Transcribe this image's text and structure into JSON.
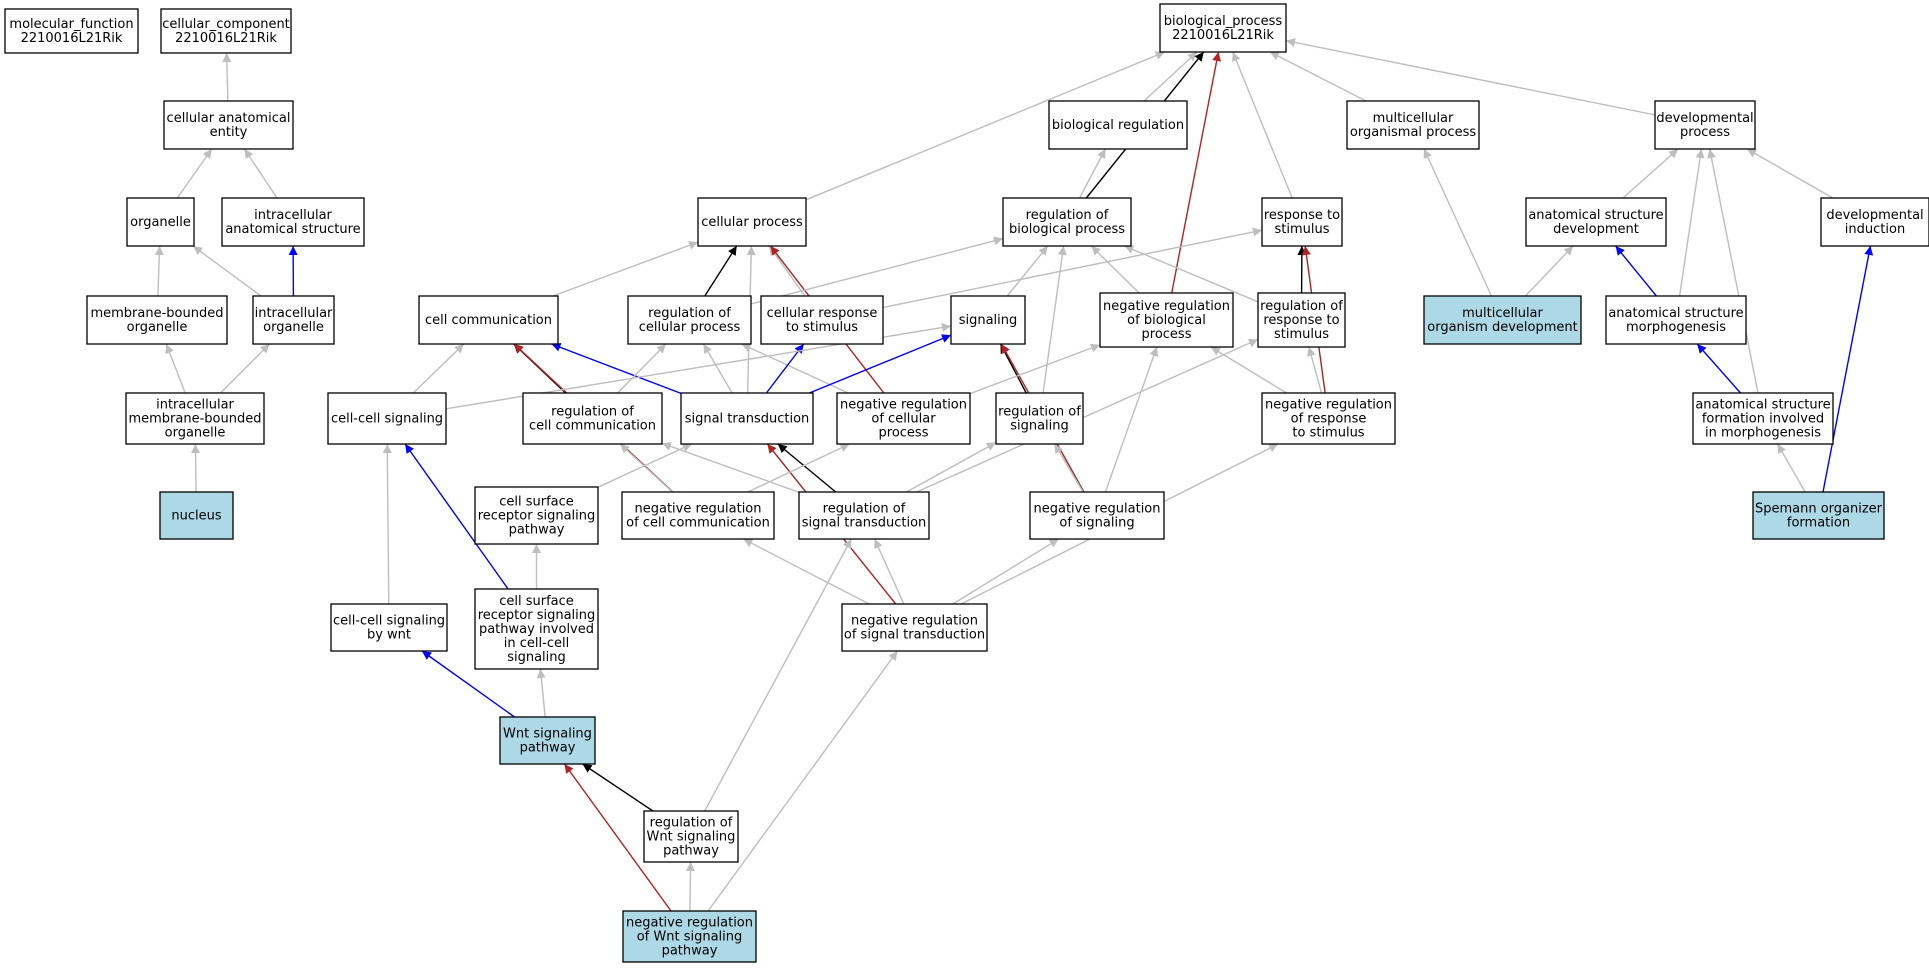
{
  "colors": {
    "is_a": "#bebebe",
    "part_of": "#0000ff",
    "regulates": "#000000",
    "negatively_regulates": "#b22222",
    "highlight_fill": "#add8e6",
    "default_fill": "#ffffff"
  },
  "nodes": [
    {
      "id": "mf",
      "lines": [
        "molecular_function",
        "2210016L21Rik"
      ],
      "highlight": false
    },
    {
      "id": "cc",
      "lines": [
        "cellular_component",
        "2210016L21Rik"
      ],
      "highlight": false
    },
    {
      "id": "bp",
      "lines": [
        "biological_process",
        "2210016L21Rik"
      ],
      "highlight": false
    },
    {
      "id": "cae",
      "lines": [
        "cellular anatomical",
        "entity"
      ],
      "highlight": false
    },
    {
      "id": "organelle",
      "lines": [
        "organelle"
      ],
      "highlight": false
    },
    {
      "id": "ias",
      "lines": [
        "intracellular",
        "anatomical structure"
      ],
      "highlight": false
    },
    {
      "id": "mbo",
      "lines": [
        "membrane-bounded",
        "organelle"
      ],
      "highlight": false
    },
    {
      "id": "io",
      "lines": [
        "intracellular",
        "organelle"
      ],
      "highlight": false
    },
    {
      "id": "imbo",
      "lines": [
        "intracellular",
        "membrane-bounded",
        "organelle"
      ],
      "highlight": false
    },
    {
      "id": "nucleus",
      "lines": [
        "nucleus"
      ],
      "highlight": true
    },
    {
      "id": "breg",
      "lines": [
        "biological regulation"
      ],
      "highlight": false
    },
    {
      "id": "mop",
      "lines": [
        "multicellular",
        "organismal process"
      ],
      "highlight": false
    },
    {
      "id": "devp",
      "lines": [
        "developmental",
        "process"
      ],
      "highlight": false
    },
    {
      "id": "cp",
      "lines": [
        "cellular process"
      ],
      "highlight": false
    },
    {
      "id": "rbp",
      "lines": [
        "regulation of",
        "biological process"
      ],
      "highlight": false
    },
    {
      "id": "rts",
      "lines": [
        "response to",
        "stimulus"
      ],
      "highlight": false
    },
    {
      "id": "asd",
      "lines": [
        "anatomical structure",
        "development"
      ],
      "highlight": false
    },
    {
      "id": "devind",
      "lines": [
        "developmental",
        "induction"
      ],
      "highlight": false
    },
    {
      "id": "ccom",
      "lines": [
        "cell communication"
      ],
      "highlight": false
    },
    {
      "id": "rcp",
      "lines": [
        "regulation of",
        "cellular process"
      ],
      "highlight": false
    },
    {
      "id": "crs",
      "lines": [
        "cellular response",
        "to stimulus"
      ],
      "highlight": false
    },
    {
      "id": "sig",
      "lines": [
        "signaling"
      ],
      "highlight": false
    },
    {
      "id": "nrbp",
      "lines": [
        "negative regulation",
        "of biological",
        "process"
      ],
      "highlight": false
    },
    {
      "id": "rrs",
      "lines": [
        "regulation of",
        "response to",
        "stimulus"
      ],
      "highlight": false
    },
    {
      "id": "mod",
      "lines": [
        "multicellular",
        "organism development"
      ],
      "highlight": true
    },
    {
      "id": "asm",
      "lines": [
        "anatomical structure",
        "morphogenesis"
      ],
      "highlight": false
    },
    {
      "id": "ccs",
      "lines": [
        "cell-cell signaling"
      ],
      "highlight": false
    },
    {
      "id": "rcc",
      "lines": [
        "regulation of",
        "cell communication"
      ],
      "highlight": false
    },
    {
      "id": "st",
      "lines": [
        "signal transduction"
      ],
      "highlight": false
    },
    {
      "id": "nrcp",
      "lines": [
        "negative regulation",
        "of cellular",
        "process"
      ],
      "highlight": false
    },
    {
      "id": "rsig",
      "lines": [
        "regulation of",
        "signaling"
      ],
      "highlight": false
    },
    {
      "id": "nrrs",
      "lines": [
        "negative regulation",
        "of response",
        "to stimulus"
      ],
      "highlight": false
    },
    {
      "id": "asfm",
      "lines": [
        "anatomical structure",
        "formation involved",
        "in morphogenesis"
      ],
      "highlight": false
    },
    {
      "id": "csrsp",
      "lines": [
        "cell surface",
        "receptor signaling",
        "pathway"
      ],
      "highlight": false
    },
    {
      "id": "nrcc",
      "lines": [
        "negative regulation",
        "of cell communication"
      ],
      "highlight": false
    },
    {
      "id": "rst",
      "lines": [
        "regulation of",
        "signal transduction"
      ],
      "highlight": false
    },
    {
      "id": "nrsig",
      "lines": [
        "negative regulation",
        "of signaling"
      ],
      "highlight": false
    },
    {
      "id": "som",
      "lines": [
        "Spemann organizer",
        "formation"
      ],
      "highlight": true
    },
    {
      "id": "ccsw",
      "lines": [
        "cell-cell signaling",
        "by wnt"
      ],
      "highlight": false
    },
    {
      "id": "csrspc",
      "lines": [
        "cell surface",
        "receptor signaling",
        "pathway involved",
        "in cell-cell",
        "signaling"
      ],
      "highlight": false
    },
    {
      "id": "nrst",
      "lines": [
        "negative regulation",
        "of signal transduction"
      ],
      "highlight": false
    },
    {
      "id": "wnt",
      "lines": [
        "Wnt signaling",
        "pathway"
      ],
      "highlight": true
    },
    {
      "id": "rwnt",
      "lines": [
        "regulation of",
        "Wnt signaling",
        "pathway"
      ],
      "highlight": false
    },
    {
      "id": "nrwnt",
      "lines": [
        "negative regulation",
        "of Wnt signaling",
        "pathway"
      ],
      "highlight": true
    }
  ],
  "edges": [
    {
      "from": "cae",
      "to": "cc",
      "type": "is_a"
    },
    {
      "from": "organelle",
      "to": "cae",
      "type": "is_a"
    },
    {
      "from": "ias",
      "to": "cae",
      "type": "is_a"
    },
    {
      "from": "mbo",
      "to": "organelle",
      "type": "is_a"
    },
    {
      "from": "io",
      "to": "organelle",
      "type": "is_a"
    },
    {
      "from": "io",
      "to": "ias",
      "type": "part_of"
    },
    {
      "from": "imbo",
      "to": "mbo",
      "type": "is_a"
    },
    {
      "from": "imbo",
      "to": "io",
      "type": "is_a"
    },
    {
      "from": "nucleus",
      "to": "imbo",
      "type": "is_a"
    },
    {
      "from": "cp",
      "to": "bp",
      "type": "is_a"
    },
    {
      "from": "breg",
      "to": "bp",
      "type": "is_a"
    },
    {
      "from": "rbp",
      "to": "bp",
      "type": "regulates"
    },
    {
      "from": "nrbp",
      "to": "bp",
      "type": "negatively_regulates"
    },
    {
      "from": "rts",
      "to": "bp",
      "type": "is_a"
    },
    {
      "from": "mop",
      "to": "bp",
      "type": "is_a"
    },
    {
      "from": "devp",
      "to": "bp",
      "type": "is_a"
    },
    {
      "from": "rbp",
      "to": "breg",
      "type": "is_a"
    },
    {
      "from": "mod",
      "to": "mop",
      "type": "is_a"
    },
    {
      "from": "asd",
      "to": "devp",
      "type": "is_a"
    },
    {
      "from": "asm",
      "to": "devp",
      "type": "is_a"
    },
    {
      "from": "asfm",
      "to": "devp",
      "type": "is_a"
    },
    {
      "from": "devind",
      "to": "devp",
      "type": "is_a"
    },
    {
      "from": "mod",
      "to": "asd",
      "type": "is_a"
    },
    {
      "from": "asm",
      "to": "asd",
      "type": "part_of"
    },
    {
      "from": "asfm",
      "to": "asm",
      "type": "part_of"
    },
    {
      "from": "som",
      "to": "asfm",
      "type": "is_a"
    },
    {
      "from": "som",
      "to": "devind",
      "type": "part_of"
    },
    {
      "from": "ccom",
      "to": "cp",
      "type": "is_a"
    },
    {
      "from": "rcp",
      "to": "cp",
      "type": "regulates"
    },
    {
      "from": "crs",
      "to": "cp",
      "type": "is_a"
    },
    {
      "from": "st",
      "to": "cp",
      "type": "is_a"
    },
    {
      "from": "nrcp",
      "to": "cp",
      "type": "negatively_regulates"
    },
    {
      "from": "rcp",
      "to": "rbp",
      "type": "is_a"
    },
    {
      "from": "sig",
      "to": "rbp",
      "type": "is_a"
    },
    {
      "from": "nrbp",
      "to": "rbp",
      "type": "is_a"
    },
    {
      "from": "rrs",
      "to": "rbp",
      "type": "is_a"
    },
    {
      "from": "rsig",
      "to": "rbp",
      "type": "is_a"
    },
    {
      "from": "crs",
      "to": "rts",
      "type": "is_a"
    },
    {
      "from": "rrs",
      "to": "rts",
      "type": "regulates"
    },
    {
      "from": "nrrs",
      "to": "rts",
      "type": "negatively_regulates"
    },
    {
      "from": "ccs",
      "to": "ccom",
      "type": "is_a"
    },
    {
      "from": "rcc",
      "to": "ccom",
      "type": "regulates"
    },
    {
      "from": "st",
      "to": "ccom",
      "type": "part_of"
    },
    {
      "from": "nrcc",
      "to": "ccom",
      "type": "negatively_regulates"
    },
    {
      "from": "rcc",
      "to": "rcp",
      "type": "is_a"
    },
    {
      "from": "st",
      "to": "rcp",
      "type": "is_a"
    },
    {
      "from": "nrcp",
      "to": "rcp",
      "type": "is_a"
    },
    {
      "from": "st",
      "to": "crs",
      "type": "part_of"
    },
    {
      "from": "ccs",
      "to": "sig",
      "type": "is_a"
    },
    {
      "from": "st",
      "to": "sig",
      "type": "part_of"
    },
    {
      "from": "rsig",
      "to": "sig",
      "type": "regulates"
    },
    {
      "from": "nrsig",
      "to": "sig",
      "type": "negatively_regulates"
    },
    {
      "from": "nrcp",
      "to": "nrbp",
      "type": "is_a"
    },
    {
      "from": "nrsig",
      "to": "nrbp",
      "type": "is_a"
    },
    {
      "from": "nrrs",
      "to": "nrbp",
      "type": "is_a"
    },
    {
      "from": "nrrs",
      "to": "rrs",
      "type": "is_a"
    },
    {
      "from": "rst",
      "to": "rrs",
      "type": "is_a"
    },
    {
      "from": "ccsw",
      "to": "ccs",
      "type": "is_a"
    },
    {
      "from": "csrspc",
      "to": "ccs",
      "type": "part_of"
    },
    {
      "from": "nrcc",
      "to": "rcc",
      "type": "is_a"
    },
    {
      "from": "rst",
      "to": "rcc",
      "type": "is_a"
    },
    {
      "from": "csrsp",
      "to": "st",
      "type": "is_a"
    },
    {
      "from": "rst",
      "to": "st",
      "type": "regulates"
    },
    {
      "from": "nrst",
      "to": "st",
      "type": "negatively_regulates"
    },
    {
      "from": "nrcc",
      "to": "nrcp",
      "type": "is_a"
    },
    {
      "from": "rst",
      "to": "rsig",
      "type": "is_a"
    },
    {
      "from": "nrsig",
      "to": "rsig",
      "type": "is_a"
    },
    {
      "from": "nrst",
      "to": "nrrs",
      "type": "is_a"
    },
    {
      "from": "csrspc",
      "to": "csrsp",
      "type": "is_a"
    },
    {
      "from": "nrst",
      "to": "nrcc",
      "type": "is_a"
    },
    {
      "from": "nrst",
      "to": "rst",
      "type": "is_a"
    },
    {
      "from": "nrst",
      "to": "nrsig",
      "type": "is_a"
    },
    {
      "from": "wnt",
      "to": "ccsw",
      "type": "part_of"
    },
    {
      "from": "wnt",
      "to": "csrspc",
      "type": "is_a"
    },
    {
      "from": "rwnt",
      "to": "rst",
      "type": "is_a"
    },
    {
      "from": "nrwnt",
      "to": "nrst",
      "type": "is_a"
    },
    {
      "from": "rwnt",
      "to": "wnt",
      "type": "regulates"
    },
    {
      "from": "nrwnt",
      "to": "wnt",
      "type": "negatively_regulates"
    },
    {
      "from": "nrwnt",
      "to": "rwnt",
      "type": "is_a"
    }
  ]
}
